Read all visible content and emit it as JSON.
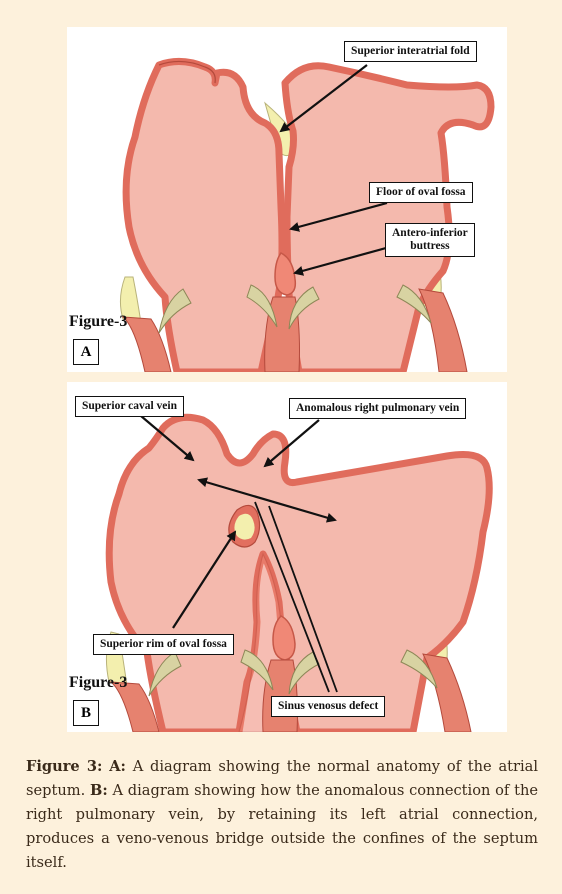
{
  "panel_a": {
    "figure_label": "Figure-3",
    "panel_letter": "A",
    "callouts": {
      "superior_fold": "Superior interatrial fold",
      "floor_fossa": "Floor of oval fossa",
      "buttress_line1": "Antero-inferior",
      "buttress_line2": "buttress"
    }
  },
  "panel_b": {
    "figure_label": "Figure-3",
    "panel_letter": "B",
    "callouts": {
      "superior_caval_vein": "Superior caval vein",
      "anomalous_vein": "Anomalous right pulmonary vein",
      "superior_rim": "Superior rim of oval fossa",
      "sinus_venosus": "Sinus venosus defect"
    }
  },
  "caption": {
    "label": "Figure 3:",
    "a_label": "A:",
    "a_text": "A diagram showing the normal anatomy of the atrial septum.",
    "b_label": "B:",
    "b_text": "A diagram showing how the anomalous connection of the right pulmonary vein, by retaining its left atrial connection, produces a veno-venous bridge outside the confines of the septum itself."
  },
  "colors": {
    "tissue_fill": "#f4b9ad",
    "wall": "#e06c5c",
    "wall_dark": "#b44a3c",
    "fat": "#f3efae",
    "valve": "#d8d3a2",
    "background": "#fdf1dc"
  }
}
